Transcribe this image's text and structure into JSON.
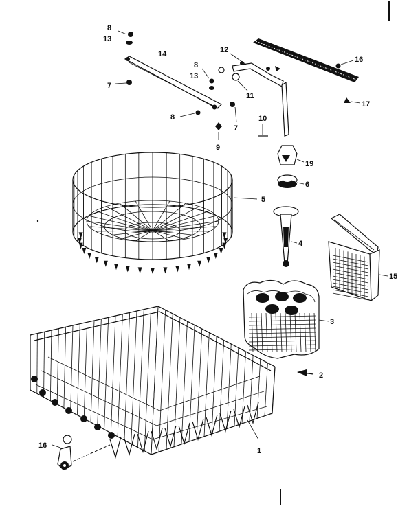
{
  "callouts": [
    {
      "id": "c1",
      "text": "1"
    },
    {
      "id": "c2",
      "text": "2"
    },
    {
      "id": "c3",
      "text": "3"
    },
    {
      "id": "c4",
      "text": "4"
    },
    {
      "id": "c5",
      "text": "5"
    },
    {
      "id": "c6",
      "text": "6"
    },
    {
      "id": "c7a",
      "text": "7"
    },
    {
      "id": "c7b",
      "text": "7"
    },
    {
      "id": "c8a",
      "text": "8"
    },
    {
      "id": "c8b",
      "text": "8"
    },
    {
      "id": "c8c",
      "text": "8"
    },
    {
      "id": "c9",
      "text": "9"
    },
    {
      "id": "c10",
      "text": "10"
    },
    {
      "id": "c11",
      "text": "11"
    },
    {
      "id": "c12",
      "text": "12"
    },
    {
      "id": "c13a",
      "text": "13"
    },
    {
      "id": "c13b",
      "text": "13"
    },
    {
      "id": "c14",
      "text": "14"
    },
    {
      "id": "c15",
      "text": "15"
    },
    {
      "id": "c16a",
      "text": "16"
    },
    {
      "id": "c16b",
      "text": "16"
    },
    {
      "id": "c17",
      "text": "17"
    },
    {
      "id": "c19",
      "text": "19"
    }
  ]
}
